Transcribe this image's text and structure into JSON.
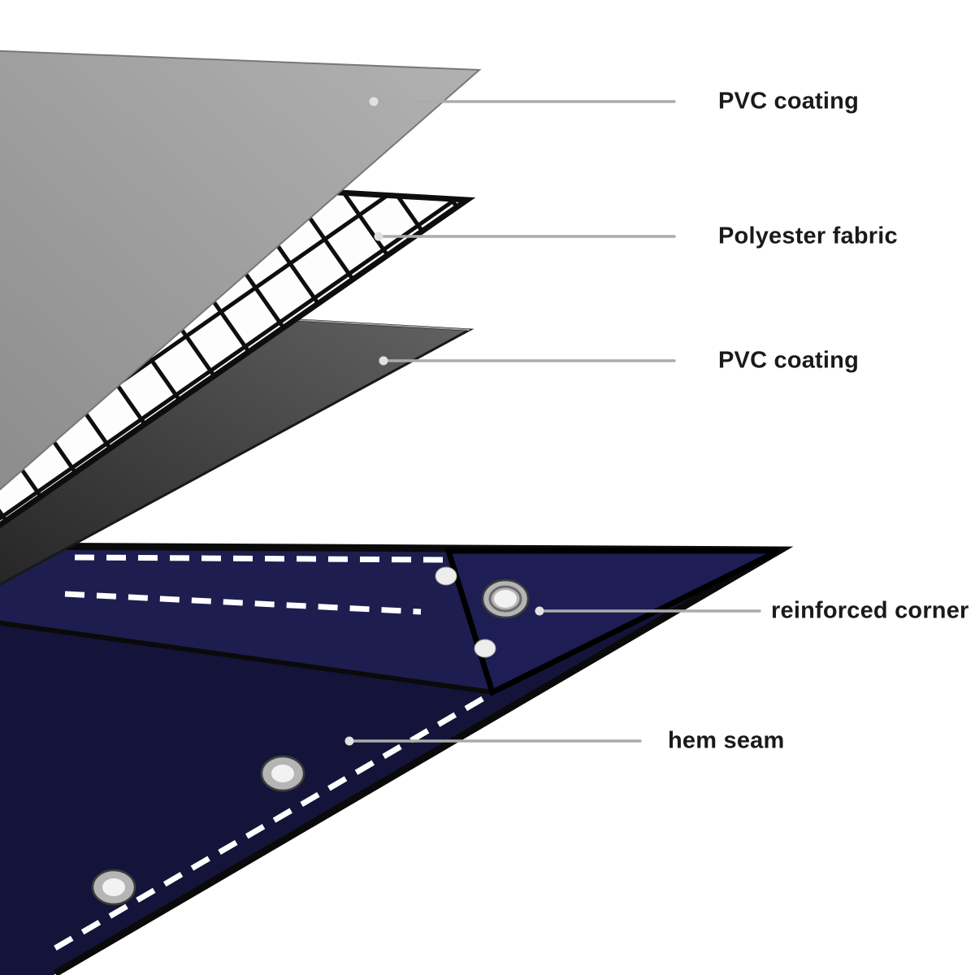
{
  "diagram": {
    "subject": "tarpaulin-material-layer-diagram",
    "annotations": [
      {
        "id": "pvc-coating-top",
        "label": "PVC coating"
      },
      {
        "id": "polyester-fabric",
        "label": "Polyester fabric"
      },
      {
        "id": "pvc-coating-bottom",
        "label": "PVC coating"
      },
      {
        "id": "reinforced-corner",
        "label": "reinforced corner"
      },
      {
        "id": "hem-seam",
        "label": "hem seam"
      }
    ],
    "layers": [
      {
        "order": 1,
        "name": "PVC coating (top sheet)"
      },
      {
        "order": 2,
        "name": "Polyester fabric (mesh)"
      },
      {
        "order": 3,
        "name": "PVC coating (bottom sheet)"
      },
      {
        "order": 4,
        "name": "Assembled tarpaulin with hem seam and reinforced corner"
      }
    ],
    "features": {
      "metal_grommets_visible": 3,
      "corner_rivets_visible": 2,
      "stitch_lines_visible": 3
    },
    "colors": {
      "background": "#ffffff",
      "callout_line": "#ababab",
      "callout_dot": "#e2e2e2",
      "label_text": "#1a1a1a",
      "top_sheet_light": "#b2b2b2",
      "top_sheet_dark": "#8b8b8b",
      "top_sheet_edge": "#787878",
      "mesh_thread": "#0e0e0e",
      "mesh_cell": "#fdfdfd",
      "bottom_sheet_light": "#646464",
      "bottom_sheet_dark": "#242424",
      "bottom_sheet_edge": "#191919",
      "tarp_body": "#14143a",
      "tarp_hem_band": "#1d1d4f",
      "corner_patch": "#1e1e55",
      "edge_trim": "#0a0a0a",
      "stitch": "#ffffff",
      "grommet_ring": "#b5b5b5",
      "grommet_ring_edge": "#3c3c3c",
      "grommet_hole": "#f2f2f2",
      "rivet": "#ededed"
    }
  }
}
